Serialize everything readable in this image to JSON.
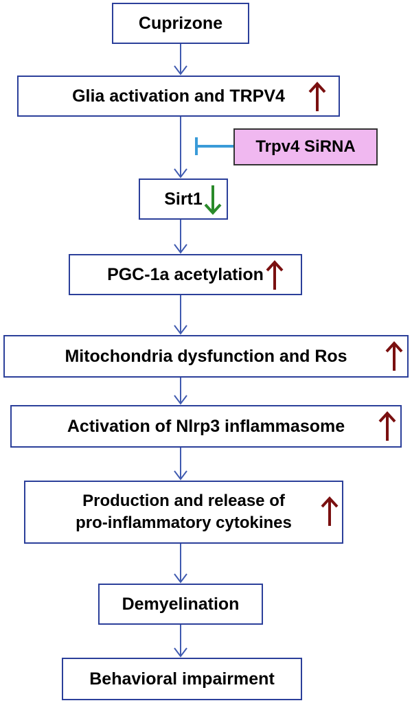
{
  "colors": {
    "box_border": "#2b3f9a",
    "connector": "#3f5ab0",
    "inhibitor": "#3a9bd8",
    "up_arrow": "#7a1010",
    "down_arrow": "#2a8a2a",
    "sirna_fill": "#f0b8f0"
  },
  "nodes": [
    {
      "id": "cuprizone",
      "label": "Cuprizone",
      "indicator": "none"
    },
    {
      "id": "glia",
      "label": "Glia activation and TRPV4",
      "indicator": "up"
    },
    {
      "id": "sirt1",
      "label": "Sirt1",
      "indicator": "down"
    },
    {
      "id": "pgc",
      "label": "PGC-1a acetylation",
      "indicator": "up"
    },
    {
      "id": "mito",
      "label": "Mitochondria dysfunction and Ros",
      "indicator": "up"
    },
    {
      "id": "nlrp3",
      "label": "Activation of Nlrp3 inflammasome",
      "indicator": "up"
    },
    {
      "id": "cytokines",
      "label_line1": "Production and release of",
      "label_line2": "pro-inflammatory cytokines",
      "indicator": "up"
    },
    {
      "id": "demyelination",
      "label": "Demyelination",
      "indicator": "none"
    },
    {
      "id": "behavior",
      "label": "Behavioral impairment",
      "indicator": "none"
    }
  ],
  "inhibitor": {
    "label": "Trpv4 SiRNA",
    "target": "glia-to-sirt1-edge"
  }
}
